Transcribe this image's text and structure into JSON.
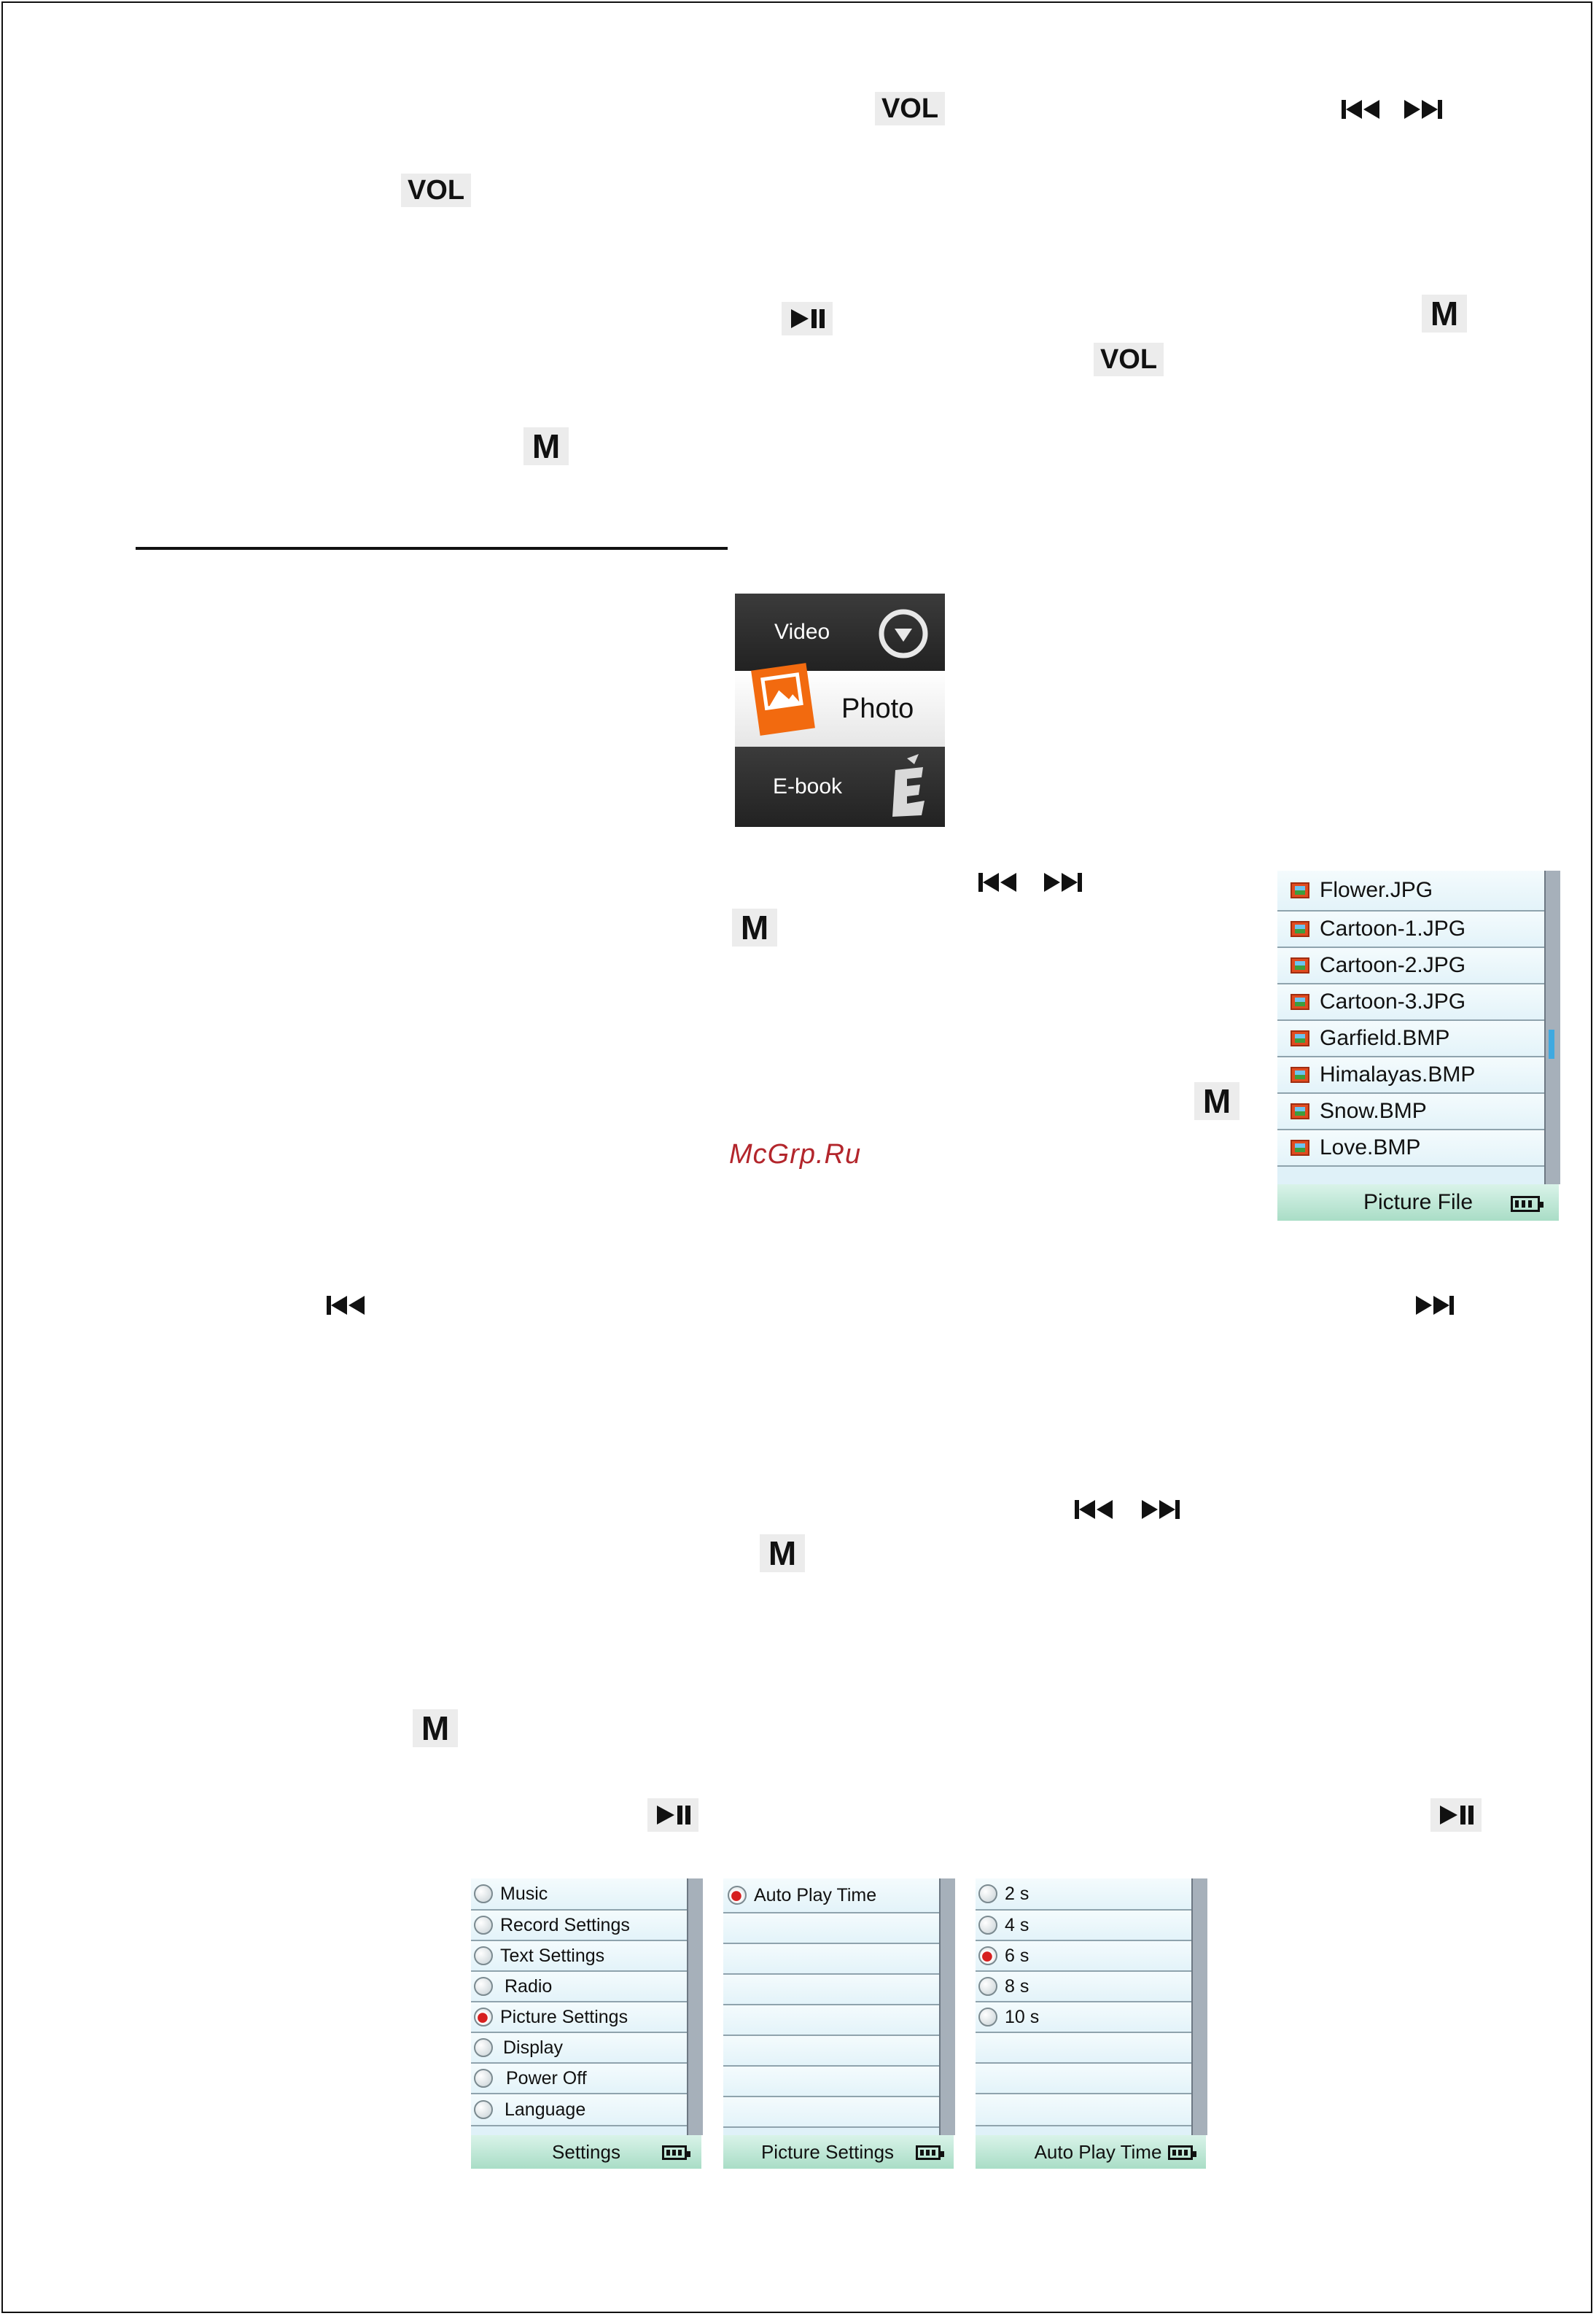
{
  "keys": {
    "vol": "VOL",
    "m": "M"
  },
  "main_menu": {
    "items": [
      "Video",
      "Photo",
      "E-book"
    ]
  },
  "picture_file": {
    "files": [
      "Flower.JPG",
      "Cartoon-1.JPG",
      "Cartoon-2.JPG",
      "Cartoon-3.JPG",
      "Garfield.BMP",
      "Himalayas.BMP",
      "Snow.BMP",
      "Love.BMP"
    ],
    "footer": "Picture File"
  },
  "watermark": "McGrp.Ru",
  "settings": {
    "items": [
      "Music",
      "Record Settings",
      "Text Settings",
      "Radio",
      "Picture Settings",
      "Display",
      "Power Off",
      "Language"
    ],
    "selected": "Picture Settings",
    "footer": "Settings"
  },
  "picture_settings": {
    "items": [
      "Auto Play Time"
    ],
    "footer": "Picture Settings"
  },
  "auto_play_time": {
    "items": [
      "2 s",
      "4 s",
      "6 s",
      "8 s",
      "10 s"
    ],
    "selected": "6 s",
    "footer": "Auto Play Time"
  }
}
